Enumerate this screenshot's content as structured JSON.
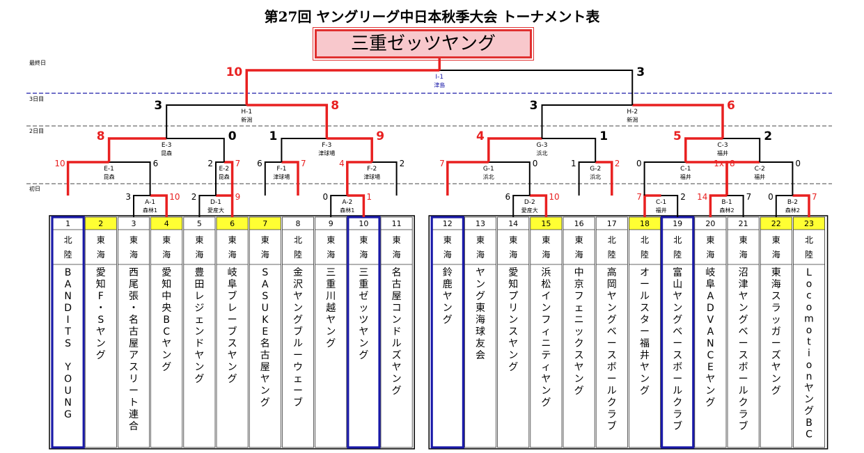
{
  "title": "第27回 ヤングリーグ中日本秋季大会 トーナメント表",
  "champion": "三重ゼッツヤング",
  "rounds": [
    "最終日",
    "3日目",
    "2日目",
    "初日"
  ],
  "teams": [
    {
      "no": "1",
      "region": "北陸",
      "name": "BANDITS YOUNG",
      "hl": false,
      "box": true
    },
    {
      "no": "2",
      "region": "東海",
      "name": "愛知F・Sヤング",
      "hl": true,
      "box": false
    },
    {
      "no": "3",
      "region": "東海",
      "name": "西尾張・名古屋アスリート連合",
      "hl": false,
      "box": false
    },
    {
      "no": "4",
      "region": "東海",
      "name": "愛知中央BCヤング",
      "hl": true,
      "box": false
    },
    {
      "no": "5",
      "region": "東海",
      "name": "豊田レジェンドヤング",
      "hl": false,
      "box": false
    },
    {
      "no": "6",
      "region": "東海",
      "name": "岐阜ブレーブスヤング",
      "hl": true,
      "box": false
    },
    {
      "no": "7",
      "region": "東海",
      "name": "SASUKE名古屋ヤング",
      "hl": true,
      "box": false
    },
    {
      "no": "8",
      "region": "北陸",
      "name": "金沢ヤングブルーウェーブ",
      "hl": false,
      "box": false
    },
    {
      "no": "9",
      "region": "東海",
      "name": "三重川越ヤング",
      "hl": false,
      "box": false
    },
    {
      "no": "10",
      "region": "東海",
      "name": "三重ゼッツヤング",
      "hl": false,
      "box": true
    },
    {
      "no": "11",
      "region": "東海",
      "name": "名古屋コンドルズヤング",
      "hl": false,
      "box": false
    },
    {
      "no": "12",
      "region": "東海",
      "name": "鈴鹿ヤング",
      "hl": false,
      "box": true
    },
    {
      "no": "13",
      "region": "東海",
      "name": "ヤング東海球友会",
      "hl": false,
      "box": false
    },
    {
      "no": "14",
      "region": "東海",
      "name": "愛知プリンスヤング",
      "hl": false,
      "box": false
    },
    {
      "no": "15",
      "region": "東海",
      "name": "浜松インフィニティヤング",
      "hl": true,
      "box": false
    },
    {
      "no": "16",
      "region": "東海",
      "name": "中京フェニックスヤング",
      "hl": false,
      "box": false
    },
    {
      "no": "17",
      "region": "北陸",
      "name": "高岡ヤングベースボールクラブ",
      "hl": false,
      "box": false
    },
    {
      "no": "18",
      "region": "北陸",
      "name": "オールスター福井ヤング",
      "hl": true,
      "box": false
    },
    {
      "no": "19",
      "region": "北陸",
      "name": "富山ヤングベースボールクラブ",
      "hl": false,
      "box": true
    },
    {
      "no": "20",
      "region": "東海",
      "name": "岐阜ADVANCEヤング",
      "hl": false,
      "box": false
    },
    {
      "no": "21",
      "region": "東海",
      "name": "沼津ヤングベースボールクラブ",
      "hl": false,
      "box": false
    },
    {
      "no": "22",
      "region": "東海",
      "name": "東海スラッガーズヤング",
      "hl": true,
      "box": false
    },
    {
      "no": "23",
      "region": "北陸",
      "name": "LocomotionヤングBC",
      "hl": true,
      "box": false
    }
  ],
  "matches": [
    {
      "id": "A-1",
      "venue": "森林1",
      "ls": "3",
      "rs": "10",
      "ls_red": false,
      "rs_red": true
    },
    {
      "id": "D-1",
      "venue": "愛産大",
      "ls": "2",
      "rs": "9",
      "ls_red": false,
      "rs_red": true
    },
    {
      "id": "A-2",
      "venue": "森林1",
      "ls": "0",
      "rs": "1",
      "ls_red": false,
      "rs_red": true
    },
    {
      "id": "D-2",
      "venue": "愛産大",
      "ls": "6",
      "rs": "10",
      "ls_red": false,
      "rs_red": true
    },
    {
      "id": "C-1",
      "venue": "福井",
      "ls": "7",
      "rs": "2",
      "ls_red": true,
      "rs_red": false
    },
    {
      "id": "B-1",
      "venue": "森林2",
      "ls": "14",
      "rs": "7",
      "ls_red": true,
      "rs_red": false
    },
    {
      "id": "B-2",
      "venue": "森林2",
      "ls": "0",
      "rs": "7",
      "ls_red": false,
      "rs_red": true
    },
    {
      "id": "E-1",
      "venue": "昆森",
      "ls": "10",
      "rs": "6",
      "ls_red": true,
      "rs_red": false
    },
    {
      "id": "E-2",
      "venue": "昆森",
      "ls": "2",
      "rs": "7",
      "ls_red": false,
      "rs_red": true
    },
    {
      "id": "F-1",
      "venue": "津球場",
      "ls": "6",
      "rs": "7",
      "ls_red": false,
      "rs_red": true
    },
    {
      "id": "F-2",
      "venue": "津球場",
      "ls": "4",
      "rs": "2",
      "ls_red": true,
      "rs_red": false
    },
    {
      "id": "G-1",
      "venue": "浜北",
      "ls": "7",
      "rs": "0",
      "ls_red": true,
      "rs_red": false
    },
    {
      "id": "G-2",
      "venue": "浜北",
      "ls": "1",
      "rs": "2",
      "ls_red": false,
      "rs_red": true
    },
    {
      "id": "C-1",
      "venue": "福井",
      "ls": "0",
      "rs": "8",
      "ls_red": false,
      "rs_red": true
    },
    {
      "id": "C-2",
      "venue": "福井",
      "ls": "1x",
      "rs": "0",
      "ls_red": true,
      "rs_red": false
    },
    {
      "id": "E-3",
      "venue": "昆森",
      "ls": "8",
      "rs": "0",
      "ls_red": true,
      "rs_red": false
    },
    {
      "id": "F-3",
      "venue": "津球場",
      "ls": "1",
      "rs": "9",
      "ls_red": false,
      "rs_red": true
    },
    {
      "id": "G-3",
      "venue": "浜北",
      "ls": "4",
      "rs": "1",
      "ls_red": true,
      "rs_red": false
    },
    {
      "id": "C-3",
      "venue": "福井",
      "ls": "5",
      "rs": "2",
      "ls_red": true,
      "rs_red": false
    },
    {
      "id": "H-1",
      "venue": "新潟",
      "ls": "3",
      "rs": "8",
      "ls_red": false,
      "rs_red": true
    },
    {
      "id": "H-2",
      "venue": "新潟",
      "ls": "3",
      "rs": "6",
      "ls_red": false,
      "rs_red": true
    },
    {
      "id": "I-1",
      "venue": "津島",
      "ls": "10",
      "rs": "3",
      "ls_red": true,
      "rs_red": false
    }
  ]
}
